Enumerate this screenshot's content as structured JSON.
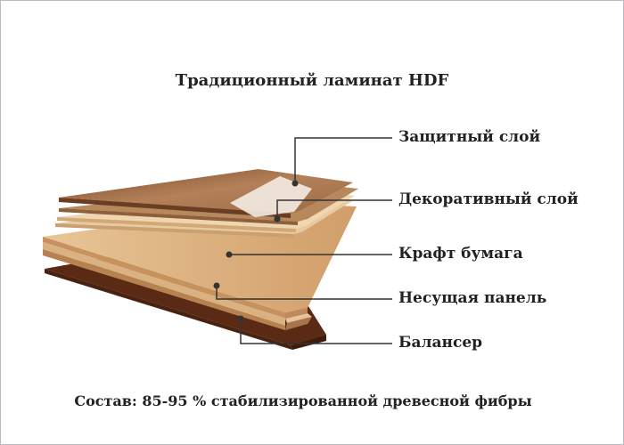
{
  "title": "Традиционный ламинат HDF",
  "layers": [
    {
      "label": "Защитный слой"
    },
    {
      "label": "Декоративный слой"
    },
    {
      "label": "Крафт бумага"
    },
    {
      "label": "Несущая панель"
    },
    {
      "label": "Балансер"
    }
  ],
  "caption": "Состав: 85-95 % стабилизированной древесной фибры",
  "colors": {
    "leader": "#333333",
    "balancer": "#5a2a14",
    "core": "#d8ad7c",
    "kraft": "#e8c9a0",
    "decor": "#a57650"
  }
}
